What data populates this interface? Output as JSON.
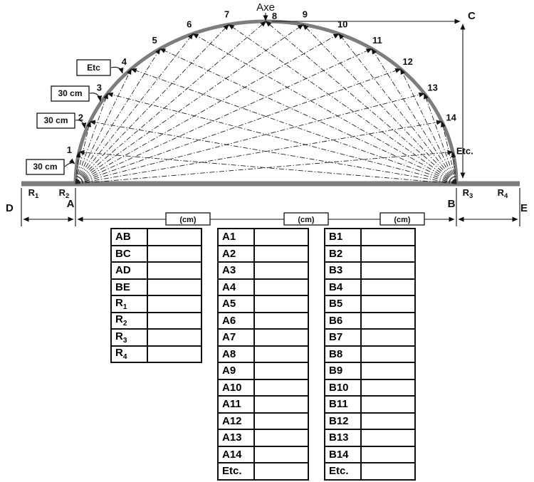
{
  "diagram": {
    "axe_label": "Axe",
    "corner_label": "C",
    "left_end_label": "D",
    "right_end_label": "E",
    "left_base_label": "A",
    "right_base_label": "B",
    "baseline_labels": [
      "R1",
      "R2",
      "R3",
      "R4"
    ],
    "etc_box_label": "Etc",
    "spacing_box_labels": [
      "30 cm",
      "30 cm",
      "30 cm"
    ],
    "arc_point_labels": [
      "1",
      "2",
      "3",
      "4",
      "5",
      "6",
      "7",
      "8",
      "9",
      "10",
      "11",
      "12",
      "13",
      "14",
      "Etc."
    ],
    "cm_unit_label": "(cm)"
  },
  "tables": [
    {
      "name": "general-measurements",
      "rows": [
        "AB",
        "BC",
        "AD",
        "BE",
        "R1",
        "R2",
        "R3",
        "R4"
      ]
    },
    {
      "name": "a-measurements",
      "rows": [
        "A1",
        "A2",
        "A3",
        "A4",
        "A5",
        "A6",
        "A7",
        "A8",
        "A9",
        "A10",
        "A11",
        "A12",
        "A13",
        "A14",
        "Etc."
      ]
    },
    {
      "name": "b-measurements",
      "rows": [
        "B1",
        "B2",
        "B3",
        "B4",
        "B5",
        "B6",
        "B7",
        "B8",
        "B9",
        "B10",
        "B11",
        "B12",
        "B13",
        "B14",
        "Etc."
      ]
    }
  ]
}
